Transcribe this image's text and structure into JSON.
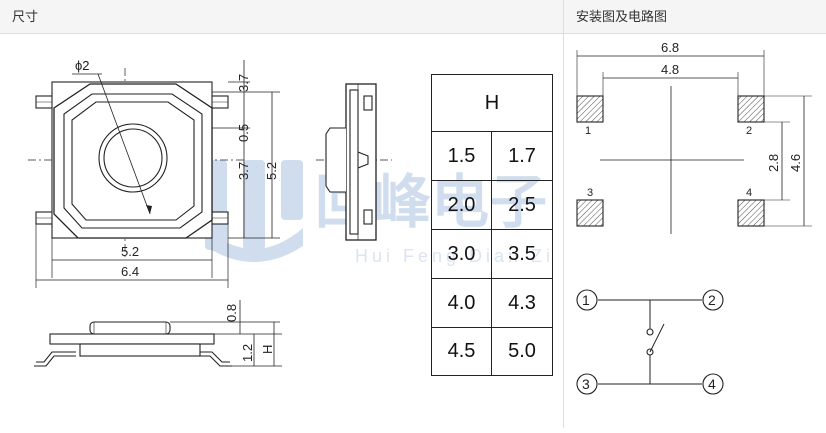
{
  "headers": {
    "left": "尺寸",
    "right": "安装图及电路图"
  },
  "dims": {
    "phi": "ϕ2",
    "d37": "3.7",
    "d05": "0.5",
    "d37b": "3.7",
    "d52v": "5.2",
    "d52h": "5.2",
    "d64": "6.4",
    "d08": "0.8",
    "d12": "1.2",
    "dH": "H"
  },
  "h_table": {
    "header": "H",
    "rows": [
      [
        "1.5",
        "1.7"
      ],
      [
        "2.0",
        "2.5"
      ],
      [
        "3.0",
        "3.5"
      ],
      [
        "4.0",
        "4.3"
      ],
      [
        "4.5",
        "5.0"
      ]
    ]
  },
  "mount": {
    "d68": "6.8",
    "d48": "4.8",
    "d28": "2.8",
    "d46": "4.6",
    "pins": [
      "1",
      "2",
      "3",
      "4"
    ]
  },
  "circuit": {
    "nodes": [
      "1",
      "2",
      "3",
      "4"
    ]
  },
  "watermark": {
    "cn": "回峰电子",
    "en": "Hui Feng Dian Zi"
  }
}
